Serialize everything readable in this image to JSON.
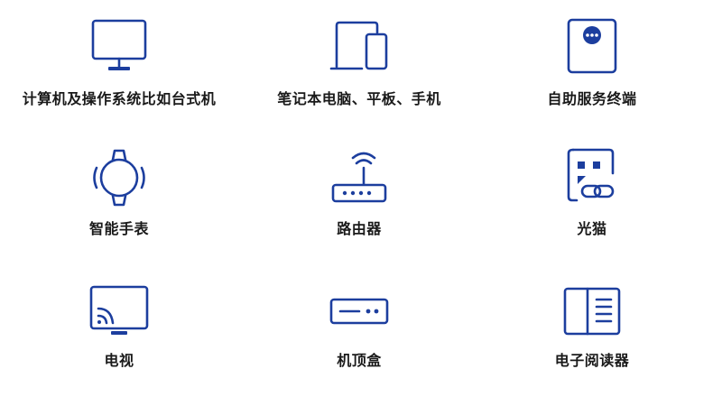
{
  "devices": [
    {
      "label": "计算机及操作系统比如台式机",
      "icon": "desktop-monitor-icon"
    },
    {
      "label": "笔记本电脑、平板、手机",
      "icon": "laptop-tablet-icon"
    },
    {
      "label": "自助服务终端",
      "icon": "kiosk-terminal-icon"
    },
    {
      "label": "智能手表",
      "icon": "smartwatch-icon"
    },
    {
      "label": "路由器",
      "icon": "router-icon"
    },
    {
      "label": "光猫",
      "icon": "optical-modem-icon"
    },
    {
      "label": "电视",
      "icon": "smart-tv-icon"
    },
    {
      "label": "机顶盒",
      "icon": "set-top-box-icon"
    },
    {
      "label": "电子阅读器",
      "icon": "ereader-icon"
    }
  ],
  "colors": {
    "icon": "#1c3e9e",
    "text": "#1a1a1a",
    "background": "#ffffff"
  }
}
